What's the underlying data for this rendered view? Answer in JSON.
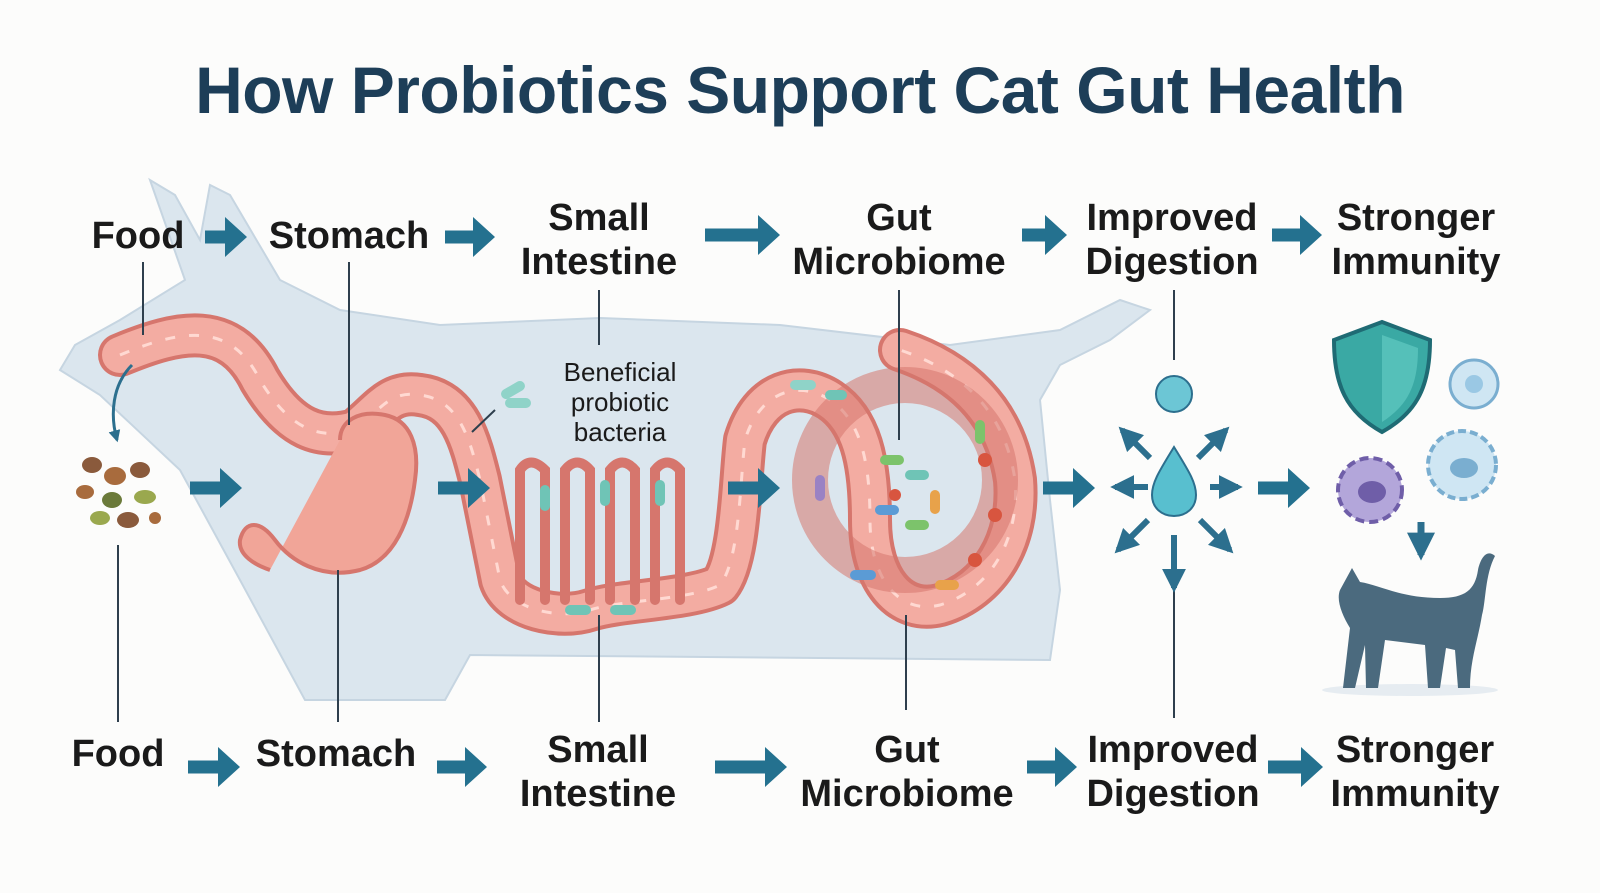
{
  "title": "How Probiotics Support Cat Gut Health",
  "annotation": "Beneficial\nprobiotic\nbacteria",
  "flow_top": [
    "Food",
    "Stomach",
    "Small\nIntestine",
    "Gut\nMicrobiome",
    "Improved\nDigestion",
    "Stronger\nImmunity"
  ],
  "flow_bottom": [
    "Food",
    "Stomach",
    "Small\nIntestine",
    "Gut\nMicrobiome",
    "Improved\nDigestion",
    "Stronger\nImmunity"
  ],
  "colors": {
    "title": "#1d3e58",
    "arrow": "#24718f",
    "tract": "#f3aca2",
    "tract_outline": "#d6766d",
    "cat_silhouette": "#dbe6ee",
    "shield": "#3aa9a4",
    "cat_icon": "#4b6a7e"
  }
}
